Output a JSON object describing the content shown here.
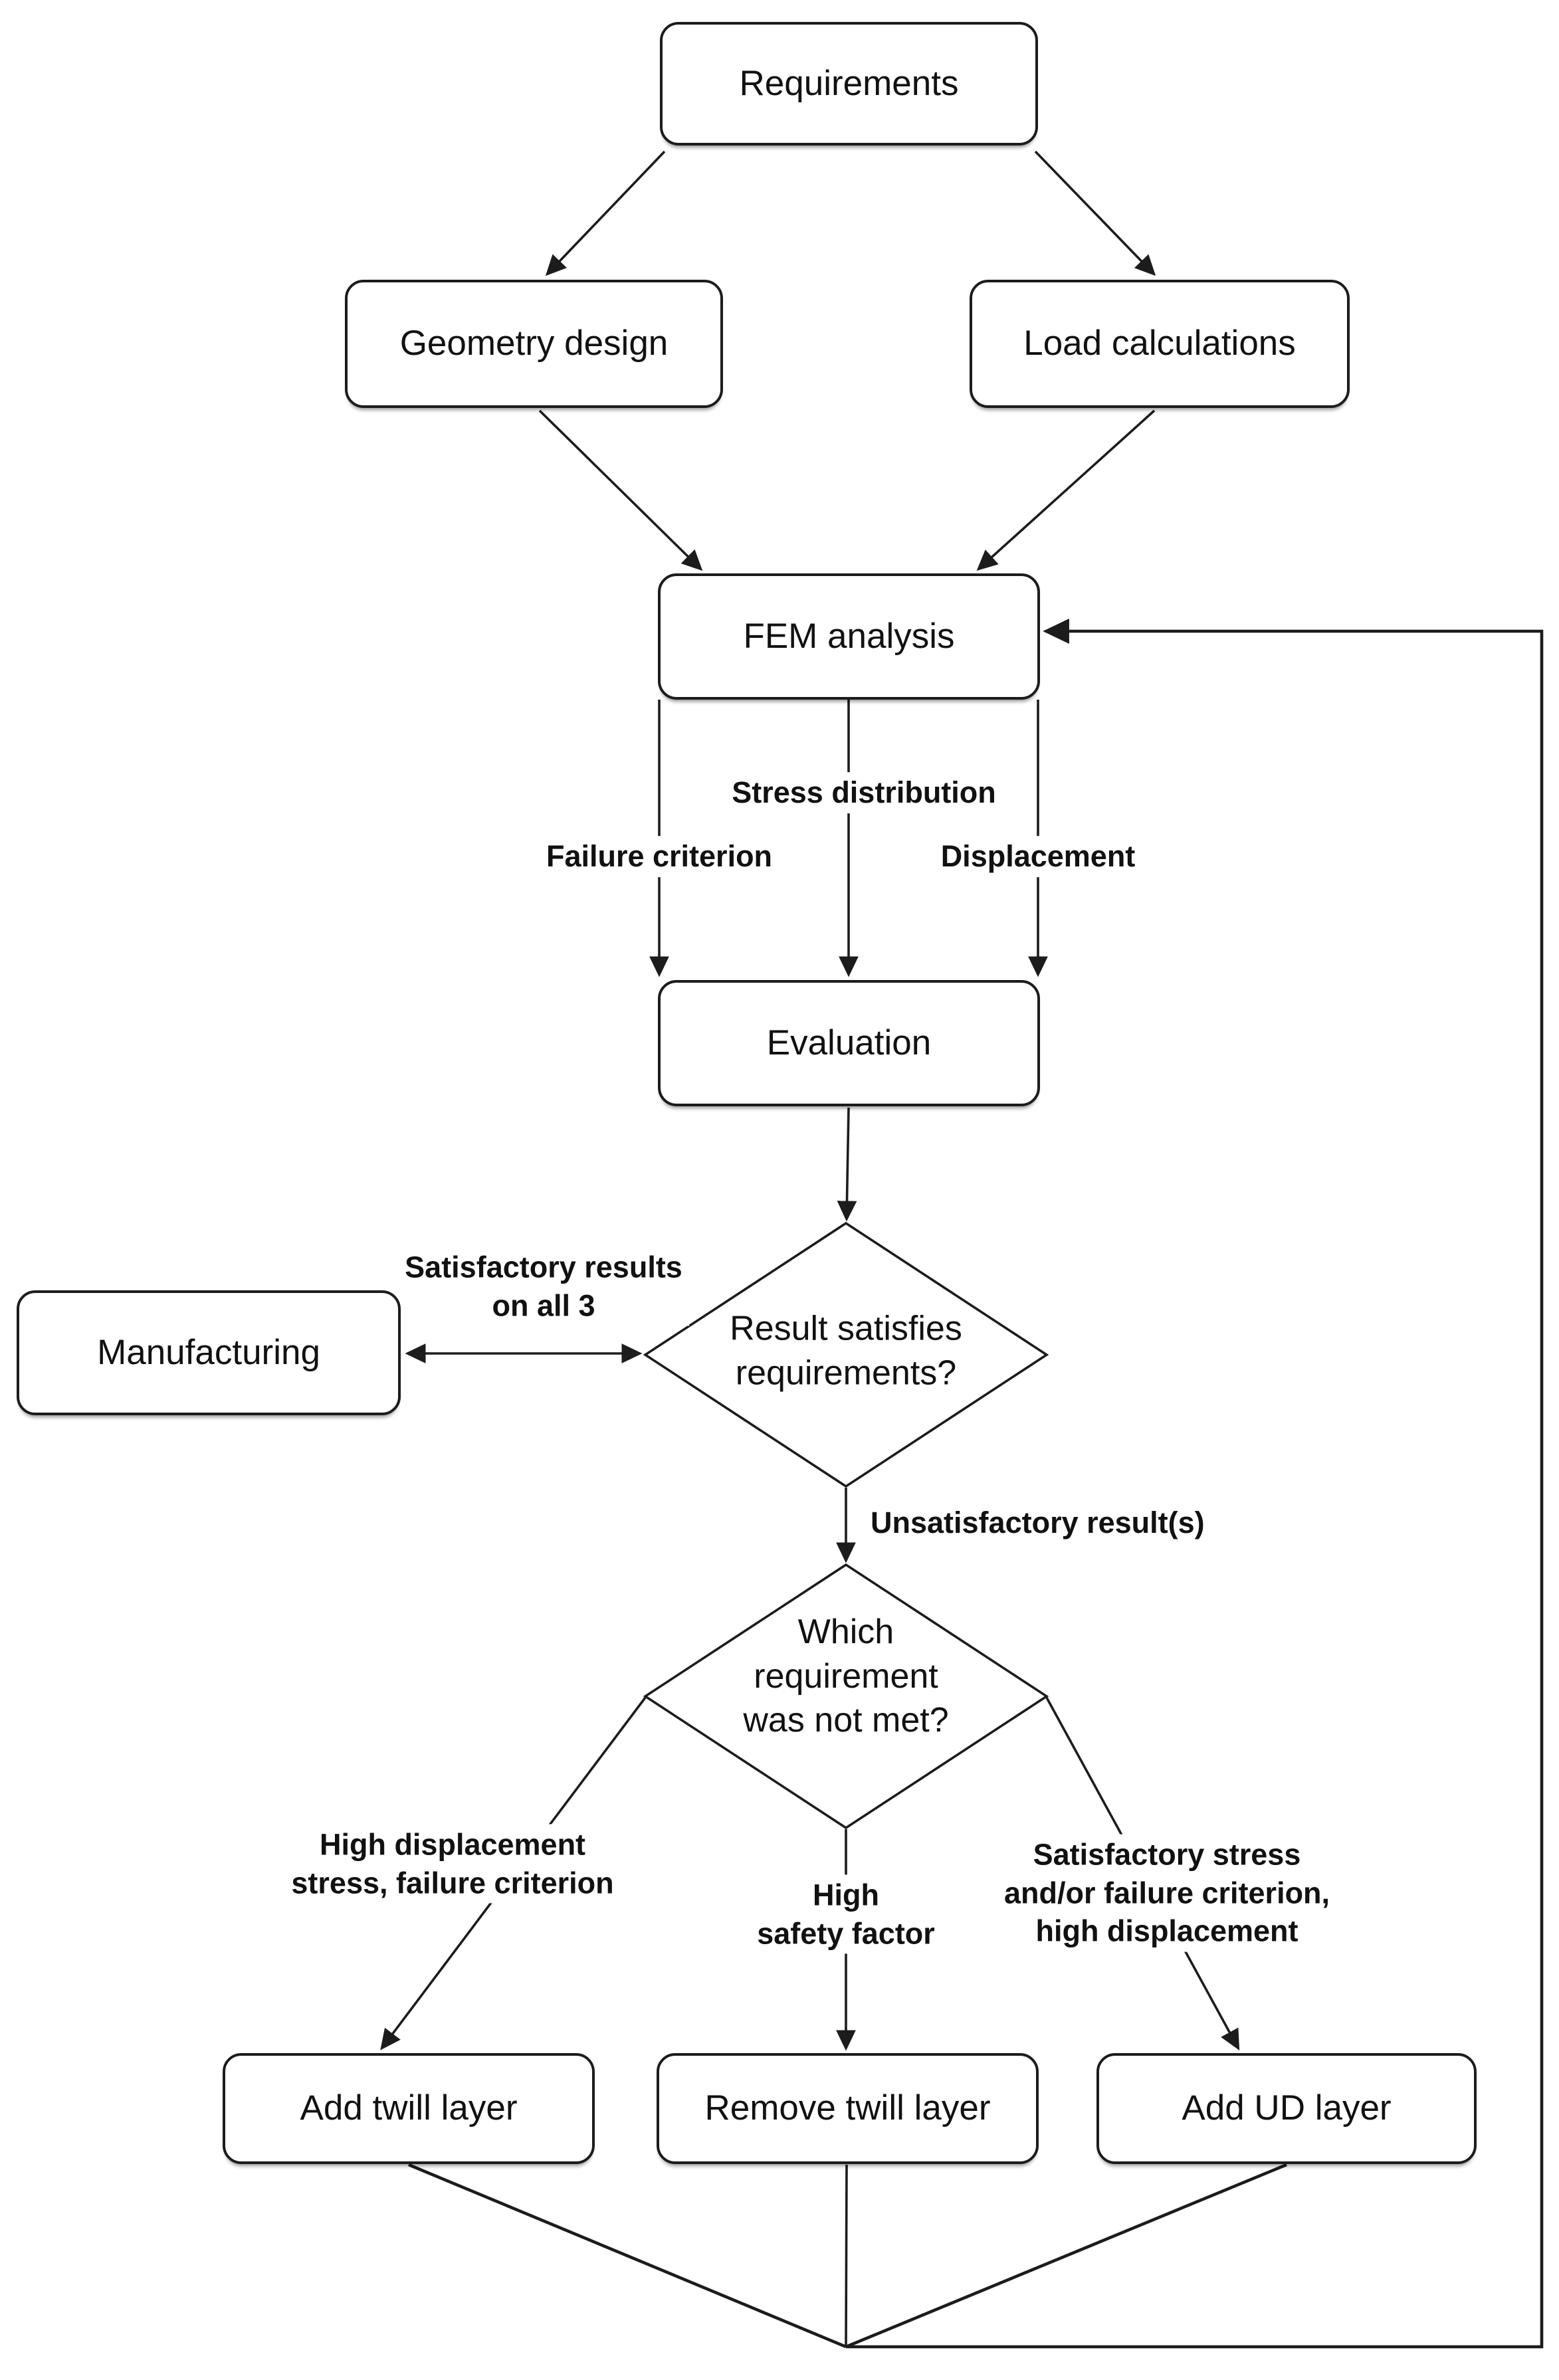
{
  "nodes": {
    "requirements": {
      "label": "Requirements"
    },
    "geometry_design": {
      "label": "Geometry design"
    },
    "load_calculations": {
      "label": "Load calculations"
    },
    "fem_analysis": {
      "label": "FEM analysis"
    },
    "evaluation": {
      "label": "Evaluation"
    },
    "manufacturing": {
      "label": "Manufacturing"
    },
    "add_twill_layer": {
      "label": "Add twill layer"
    },
    "remove_twill_layer": {
      "label": "Remove twill layer"
    },
    "add_ud_layer": {
      "label": "Add UD layer"
    }
  },
  "decisions": {
    "result_satisfies": {
      "line1": "Result satisfies",
      "line2": "requirements?"
    },
    "which_requirement": {
      "line1": "Which",
      "line2": "requirement",
      "line3": "was not met?"
    }
  },
  "edge_labels": {
    "stress_distribution": "Stress distribution",
    "failure_criterion": "Failure criterion",
    "displacement": "Displacement",
    "satisfactory": {
      "line1": "Satisfactory results",
      "line2": "on all 3"
    },
    "unsatisfactory": "Unsatisfactory result(s)",
    "branch_left": {
      "line1": "High displacement",
      "line2": "stress, failure criterion"
    },
    "branch_mid": {
      "line1": "High",
      "line2": "safety factor"
    },
    "branch_right": {
      "line1": "Satisfactory stress",
      "line2": "and/or failure criterion,",
      "line3": "high displacement"
    }
  },
  "colors": {
    "line": "#1c1c1c",
    "background": "#ffffff",
    "text": "#111111"
  }
}
